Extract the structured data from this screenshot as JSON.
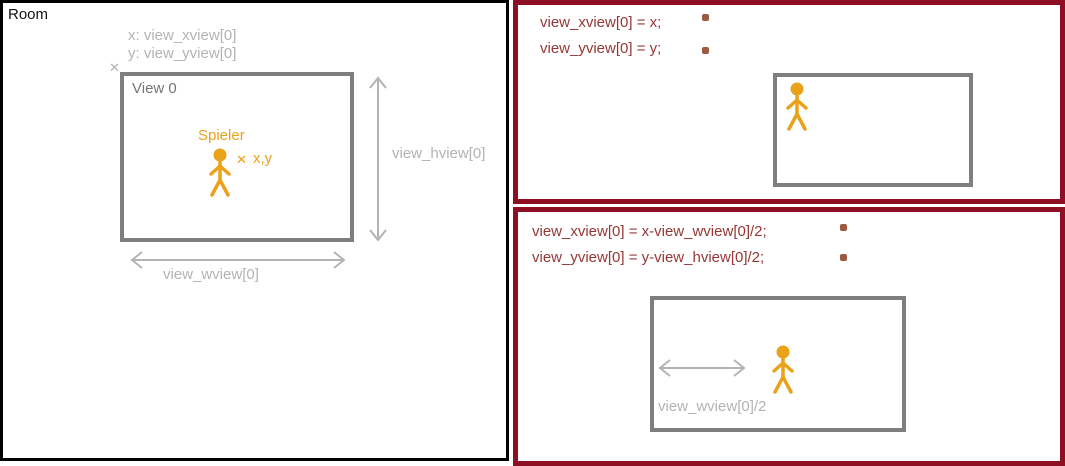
{
  "room": {
    "title": "Room",
    "origin_label_line1": "x: view_xview[0]",
    "origin_label_line2": "y: view_yview[0]",
    "view_label": "View 0",
    "player_label": "Spieler",
    "player_coords_label": "x,y",
    "height_label": "view_hview[0]",
    "width_label": "view_wview[0]"
  },
  "follow_panel": {
    "code_line1": "view_xview[0] = x;",
    "code_line2": "view_yview[0] = y;"
  },
  "centered_panel": {
    "code_line1": "view_xview[0] = x-view_wview[0]/2;",
    "code_line2": "view_yview[0] = y-view_hview[0]/2;",
    "half_width_label": "view_wview[0]/2"
  },
  "marks": {
    "cross": "✕"
  },
  "colors": {
    "player_gold": "#EAA21B",
    "view_border_gray": "#7F7F7F",
    "muted_gray": "#B3B3B3",
    "panel_border_red": "#8E0F24",
    "code_red": "#953735",
    "dot_brown": "#9C5B41"
  }
}
